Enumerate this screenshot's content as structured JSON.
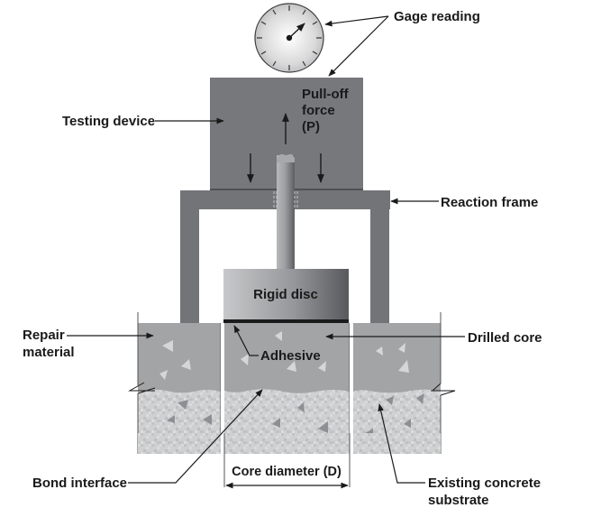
{
  "title": "Pull-off test setup",
  "labels": {
    "gage_reading": "Gage reading",
    "testing_device": "Testing device",
    "pull_off_force_line1": "Pull-off",
    "pull_off_force_line2": "force",
    "pull_off_force_line3": "(P)",
    "reaction_frame": "Reaction frame",
    "rigid_disc": "Rigid disc",
    "repair_material_line1": "Repair",
    "repair_material_line2": "material",
    "adhesive": "Adhesive",
    "drilled_core": "Drilled core",
    "bond_interface": "Bond interface",
    "core_diameter": "Core diameter (D)",
    "existing_concrete_line1": "Existing concrete",
    "existing_concrete_line2": "substrate"
  },
  "colors": {
    "device_gray": "#77787c",
    "frame_gray": "#737478",
    "repair_gray": "#a3a4a6",
    "substrate_gray": "#cfd0d1",
    "aggregate_light": "#d6d6d8",
    "aggregate_dark": "#8e8f92",
    "adhesive": "#1b1b1b",
    "line": "#1a1a1a"
  }
}
